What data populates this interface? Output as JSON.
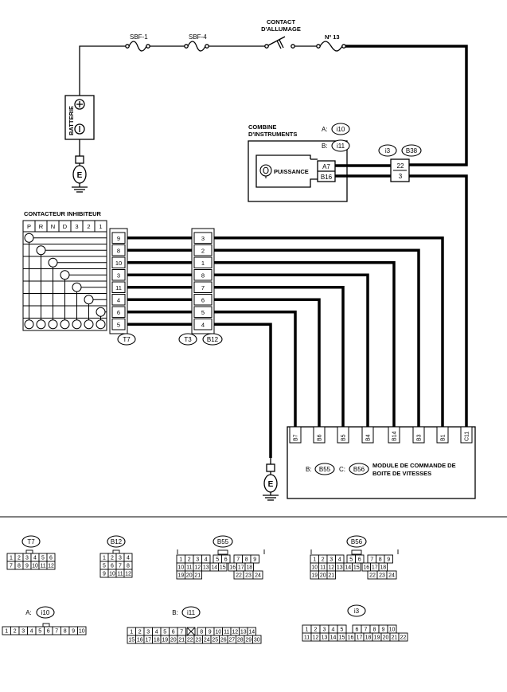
{
  "top": {
    "sbf1": "SBF-1",
    "sbf4": "SBF-4",
    "contact_line1": "CONTACT",
    "contact_line2": "D'ALLUMAGE",
    "no13": "Nº 13",
    "batterie": "BATTERIE",
    "ground_letter": "E"
  },
  "combine": {
    "title_line1": "COMBINE",
    "title_line2": "D'INSTRUMENTS",
    "a_prefix": "A:",
    "a_code": "i10",
    "b_prefix": "B:",
    "b_code": "i11",
    "puissance": "PUISSANCE",
    "pin_a7": "A7",
    "pin_b16": "B16",
    "i3": "i3",
    "b38": "B38",
    "pin_22": "22",
    "pin_3": "3"
  },
  "inhibiteur": {
    "title": "CONTACTEUR INHIBITEUR",
    "positions": [
      "P",
      "R",
      "N",
      "D",
      "3",
      "2",
      "1"
    ],
    "t7_pins": [
      "9",
      "8",
      "10",
      "3",
      "11",
      "4",
      "6",
      "5"
    ],
    "t3_pins": [
      "3",
      "2",
      "1",
      "8",
      "7",
      "6",
      "5",
      "4"
    ],
    "t7": "T7",
    "t3": "T3",
    "b12": "B12"
  },
  "module": {
    "pins": [
      "B7",
      "B6",
      "B5",
      "B4",
      "B14",
      "B3",
      "B1",
      "C11"
    ],
    "b_prefix": "B:",
    "b_code": "B55",
    "c_prefix": "C:",
    "c_code": "B56",
    "name_line1": "MODULE DE COMMANDE DE",
    "name_line2": "BOITE DE VITESSES"
  },
  "connectors": {
    "t7": {
      "label": "T7",
      "row1": [
        "1",
        "2",
        "3",
        "4",
        "5",
        "6"
      ],
      "row2": [
        "7",
        "8",
        "9",
        "10",
        "11",
        "12"
      ]
    },
    "b12": {
      "label": "B12",
      "row1": [
        "1",
        "2",
        "3",
        "4"
      ],
      "row2": [
        "5",
        "6",
        "7",
        "8"
      ],
      "row3": [
        "9",
        "10",
        "11",
        "12"
      ]
    },
    "b55": {
      "label": "B55",
      "row1": [
        "1",
        "2",
        "3",
        "4",
        "5",
        "6",
        "7",
        "8",
        "9"
      ],
      "row2": [
        "10",
        "11",
        "12",
        "13",
        "14",
        "15",
        "16",
        "17",
        "18"
      ],
      "row3": [
        "19",
        "20",
        "21",
        "22",
        "23",
        "24"
      ]
    },
    "b56": {
      "label": "B56",
      "row1": [
        "1",
        "2",
        "3",
        "4",
        "5",
        "6",
        "7",
        "8",
        "9"
      ],
      "row2": [
        "10",
        "11",
        "12",
        "13",
        "14",
        "15",
        "16",
        "17",
        "18"
      ],
      "row3": [
        "19",
        "20",
        "21",
        "22",
        "23",
        "24"
      ]
    },
    "i10": {
      "prefix": "A:",
      "label": "i10",
      "row1": [
        "1",
        "2",
        "3",
        "4",
        "5",
        "6",
        "7",
        "8",
        "9",
        "10"
      ]
    },
    "i11": {
      "prefix": "B:",
      "label": "i11",
      "row1": [
        "1",
        "2",
        "3",
        "4",
        "5",
        "6",
        "7",
        "8",
        "9",
        "10",
        "11",
        "12",
        "13",
        "14"
      ],
      "row2": [
        "15",
        "16",
        "17",
        "18",
        "19",
        "20",
        "21",
        "22",
        "23",
        "24",
        "25",
        "26",
        "27",
        "28",
        "29",
        "30"
      ]
    },
    "i3": {
      "label": "i3",
      "row1": [
        "1",
        "2",
        "3",
        "4",
        "5",
        "6",
        "7",
        "8",
        "9",
        "10"
      ],
      "row2": [
        "11",
        "12",
        "13",
        "14",
        "15",
        "16",
        "17",
        "18",
        "19",
        "20",
        "21",
        "22"
      ]
    }
  }
}
